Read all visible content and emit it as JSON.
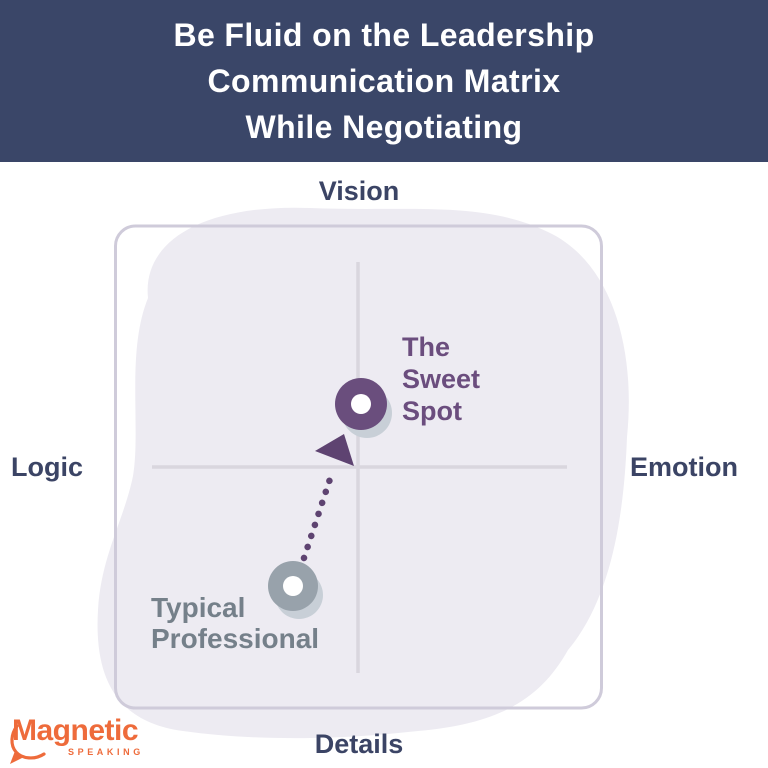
{
  "header": {
    "lines": [
      "Be Fluid on the Leadership",
      "Communication Matrix",
      "While Negotiating"
    ]
  },
  "matrix": {
    "axes": {
      "top": "Vision",
      "bottom": "Details",
      "left": "Logic",
      "right": "Emotion"
    },
    "sweet_spot": {
      "lines": [
        "The",
        "Sweet",
        "Spot"
      ]
    },
    "typical_professional": {
      "lines": [
        "Typical",
        "Professional"
      ]
    },
    "arrow": {
      "from": "typical-professional",
      "to": "sweet-spot",
      "style": "dotted"
    }
  },
  "logo": {
    "brand": "Magnetic",
    "subtitle": "SPEAKING"
  },
  "colors": {
    "header_bg": "#3a4668",
    "header_text": "#ffffff",
    "axis_label": "#3b4465",
    "blob": "#edebf2",
    "box_border": "#cfcbda",
    "axis_line": "#d9d6de",
    "sweet_spot_fill": "#6a4e7d",
    "sweet_spot_text": "#6b4d7e",
    "arrow": "#5e4371",
    "typical_fill": "#98a2ab",
    "typical_text": "#75808a",
    "dot_shadow": "#c8cfd7",
    "dot_hole": "#ffffff",
    "logo_orange": "#ee6b3b"
  }
}
